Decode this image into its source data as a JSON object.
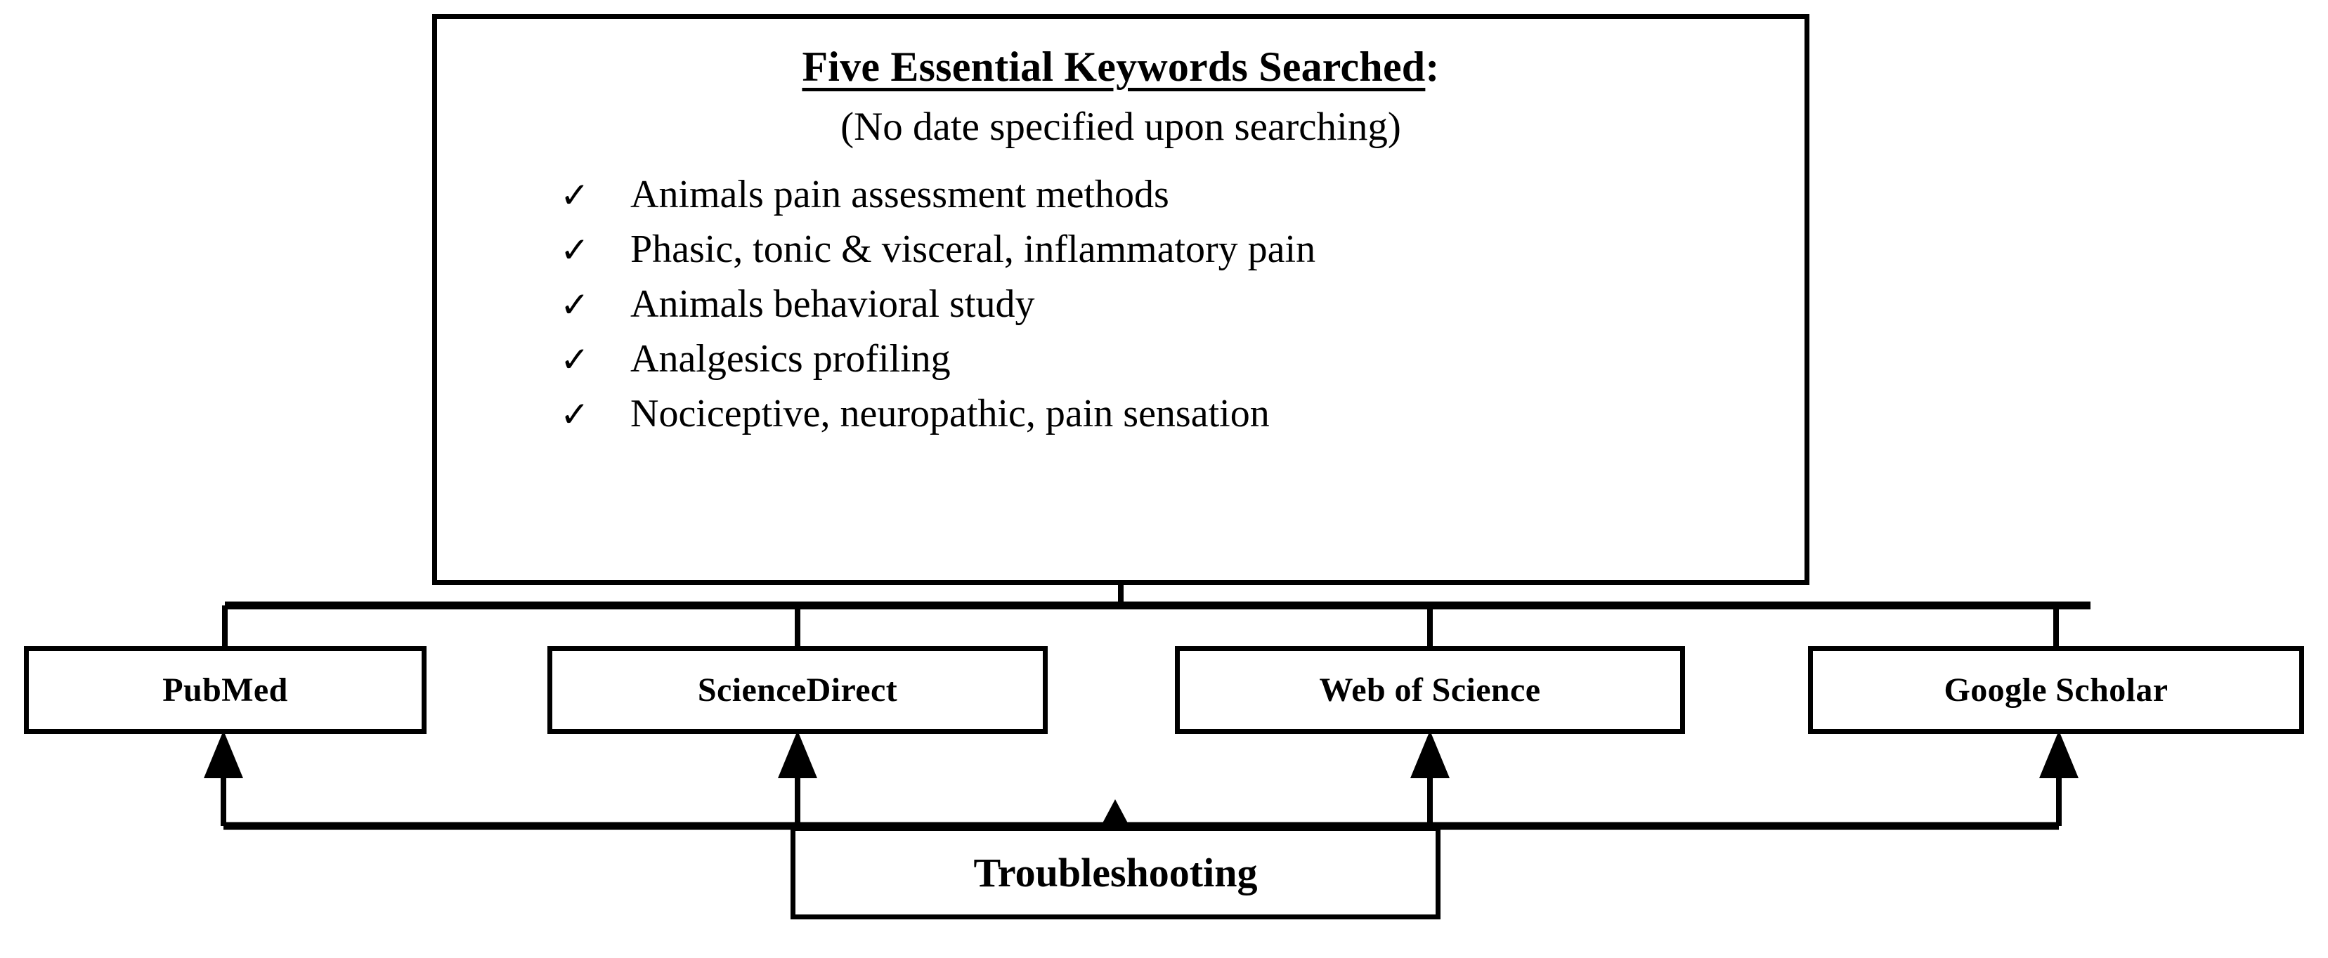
{
  "diagram": {
    "type": "flowchart",
    "keywords_panel": {
      "title": "Five Essential Keywords Searched",
      "title_suffix": ":",
      "subtitle": "(No date specified upon searching)",
      "bullet_icon": "check-icon",
      "bullet_glyph": "✓",
      "items": [
        "Animals pain assessment methods",
        "Phasic, tonic & visceral, inflammatory pain",
        "Animals behavioral study",
        "Analgesics profiling",
        "Nociceptive, neuropathic, pain sensation"
      ]
    },
    "databases": [
      {
        "label": "PubMed"
      },
      {
        "label": "ScienceDirect"
      },
      {
        "label": "Web of Science"
      },
      {
        "label": "Google Scholar"
      }
    ],
    "troubleshooting": {
      "label": "Troubleshooting"
    },
    "colors": {
      "stroke": "#000000",
      "background": "#ffffff",
      "text": "#000000"
    }
  }
}
